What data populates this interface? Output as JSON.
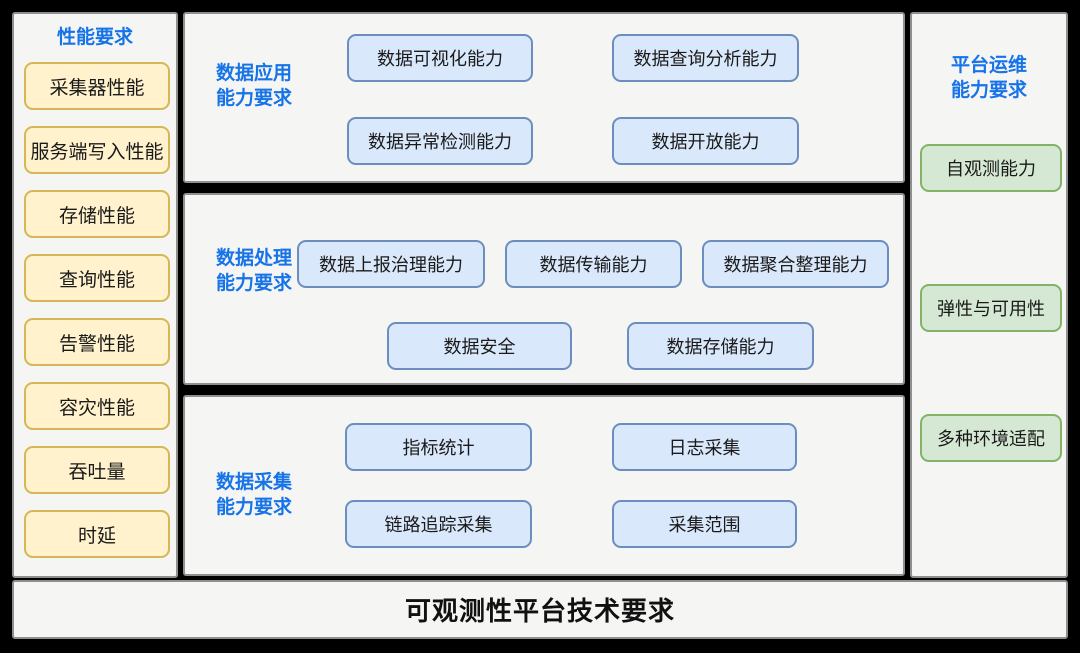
{
  "diagram": {
    "bottom_bar_title": "可观测性平台技术要求"
  },
  "left_panel": {
    "title": "性能要求",
    "items": [
      "采集器性能",
      "服务端写入性能",
      "存储性能",
      "查询性能",
      "告警性能",
      "容灾性能",
      "吞吐量",
      "时延"
    ]
  },
  "middle_sections": [
    {
      "title": "数据应用\n能力要求",
      "boxes": [
        "数据可视化能力",
        "数据查询分析能力",
        "数据异常检测能力",
        "数据开放能力"
      ]
    },
    {
      "title": "数据处理\n能力要求",
      "boxes": [
        "数据上报治理能力",
        "数据传输能力",
        "数据聚合整理能力",
        "数据安全",
        "数据存储能力"
      ]
    },
    {
      "title": "数据采集\n能力要求",
      "boxes": [
        "指标统计",
        "日志采集",
        "链路追踪采集",
        "采集范围"
      ]
    }
  ],
  "right_panel": {
    "title": "平台运维\n能力要求",
    "items": [
      "自观测能力",
      "弹性与可用性",
      "多种环境适配"
    ]
  },
  "colors": {
    "heading_blue": "#1673E8",
    "yellow_fill": "#FFF2CC",
    "yellow_border": "#D6B656",
    "blue_fill": "#DAE8FC",
    "blue_border": "#6C8EBF",
    "green_fill": "#D5E8D4",
    "green_border": "#82B366",
    "panel_bg": "#F5F5F4",
    "panel_border": "#8F8F8F",
    "frame_bg": "#000000"
  }
}
